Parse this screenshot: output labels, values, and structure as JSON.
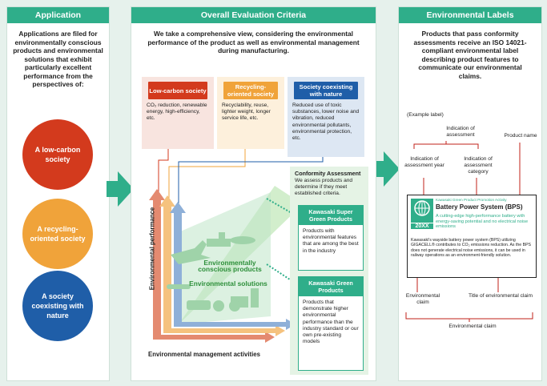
{
  "colors": {
    "header": "#2fae8a",
    "lowcarbon": "#d33a1d",
    "recycling": "#f0a33a",
    "society": "#1f5ea8",
    "green": "#2fae8a"
  },
  "application": {
    "title": "Application",
    "text": "Applications are filed for environmentally conscious products and environmental solutions that exhibit particularly excellent performance from the perspectives of:",
    "circles": [
      "A low-carbon society",
      "A recycling-oriented society",
      "A society coexisting with nature"
    ]
  },
  "criteria": {
    "title": "Overall Evaluation Criteria",
    "intro": "We take a comprehensive view, considering the environmental performance of the product as well as environmental management during manufacturing.",
    "boxes": [
      {
        "title": "Low-carbon society",
        "body": "CO₂ reduction, renewable energy, high-efficiency, etc."
      },
      {
        "title": "Recycling-oriented society",
        "body": "Recyclability, reuse, lighter weight, longer service life, etc."
      },
      {
        "title": "Society coexisting with nature",
        "body": "Reduced use of toxic substances, lower noise and vibration, reduced environmental pollutants, environmental protection, etc."
      }
    ],
    "conformity_title": "Conformity Assessment",
    "conformity_text": "We assess products and determine if they meet established criteria.",
    "super_title": "Kawasaki Super Green Products",
    "super_body": "Products with environmental features that are among the best in the industry",
    "green_title": "Kawasaki Green Products",
    "green_body": "Products that demonstrate higher environmental performance than the industry standard or our own pre-existing models",
    "center_label1": "Environmentally conscious products",
    "center_label2": "Environmental solutions",
    "y_axis": "Environmental performance",
    "x_axis": "Environmental management activities"
  },
  "labels": {
    "title": "Environmental Labels",
    "intro": "Products that pass conformity assessments receive an ISO 14021-compliant environmental label describing product features to communicate our environmental claims.",
    "example": "(Example label)",
    "indication_assessment": "Indication of assessment",
    "indication_year": "Indication of assessment year",
    "indication_category": "Indication of assessment category",
    "product_name": "Product name",
    "card_small": "Kawasaki Green Product Promotion Activity",
    "card_name": "Battery Power System (BPS)",
    "card_desc": "A cutting-edge high-performance battery with energy-saving potential and no electrical noise emissions",
    "card_year": "20XX",
    "card_body": "Kawasaki's wayside battery power system (BPS) utilizing GIGACELL® contributes to CO₂ emissions reduction. As the BPS does not generate electrical noise emissions, it can be used in railway operations as an environment-friendly solution.",
    "env_claim_left": "Environmental claim",
    "title_claim": "Title of environmental claim",
    "env_claim_bottom": "Environmental claim"
  }
}
